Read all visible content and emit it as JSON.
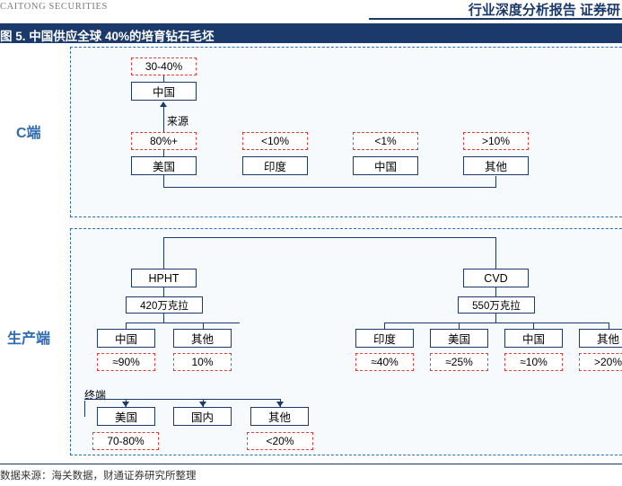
{
  "header": {
    "brand": "CAITONG SECURITIES",
    "report_title": "行业深度分析报告    证券研"
  },
  "figure": {
    "title": "图 5. 中国供应全球 40%的培育钻石毛坯"
  },
  "sections": {
    "consumer_label": "C端",
    "production_label": "生产端"
  },
  "consumer": {
    "china_share": "30-40%",
    "china_box": "中国",
    "source_label": "来源",
    "sources": [
      {
        "share": "80%+",
        "name": "美国"
      },
      {
        "share": "<10%",
        "name": "印度"
      },
      {
        "share": "<1%",
        "name": "中国"
      },
      {
        "share": ">10%",
        "name": "其他"
      }
    ]
  },
  "production": {
    "hpht": {
      "name": "HPHT",
      "capacity": "420万克拉",
      "countries": [
        {
          "name": "中国",
          "share": "≈90%"
        },
        {
          "name": "其他",
          "share": "10%"
        }
      ]
    },
    "cvd": {
      "name": "CVD",
      "capacity": "550万克拉",
      "countries": [
        {
          "name": "印度",
          "share": "≈40%"
        },
        {
          "name": "美国",
          "share": "≈25%"
        },
        {
          "name": "中国",
          "share": "≈10%"
        },
        {
          "name": "其他",
          "share": ">20%"
        }
      ]
    },
    "terminal_label": "终端",
    "terminals": [
      {
        "name": "美国",
        "share": "70-80%"
      },
      {
        "name": "国内",
        "share": ""
      },
      {
        "name": "其他",
        "share": "<20%"
      }
    ]
  },
  "footer": {
    "source": "数据来源：海关数据，财通证券研究所整理"
  }
}
